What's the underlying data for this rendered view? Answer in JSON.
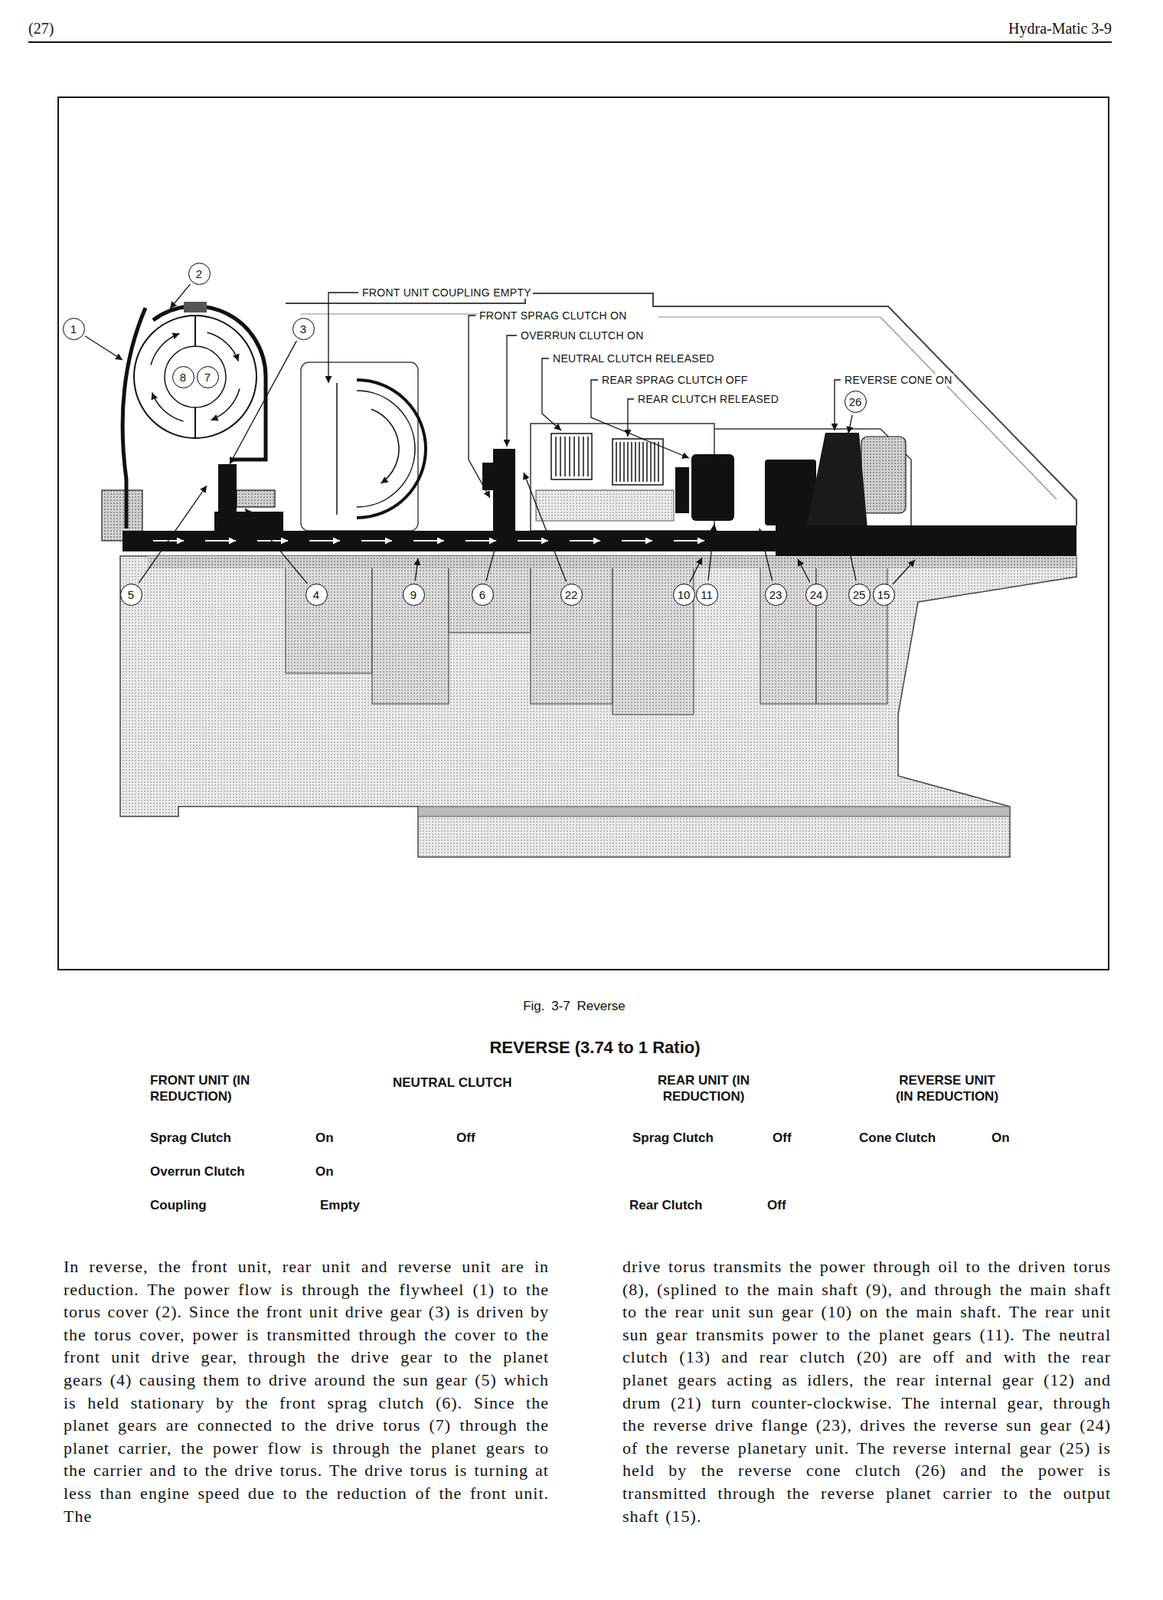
{
  "diagram": {
    "title": "REVERSE (3.74 to 1 Ratio)",
    "caption": "Fig. 3-7 Reverse",
    "labels": [
      "(27)",
      "Hydra-Matic 3-9",
      "2",
      "1",
      "3",
      "8",
      "7",
      "FRONT UNIT COUPLING EMPTY",
      "FRONT SPRAG CLUTCH ON",
      "OVERRUN CLUTCH ON",
      "NEUTRAL CLUTCH RELEASED",
      "REAR SPRAG CLUTCH OFF",
      "REAR CLUTCH RELEASED",
      "REVERSE CONE ON",
      "26",
      "5",
      "4",
      "9",
      "6",
      "22",
      "10",
      "11",
      "23",
      "24",
      "25",
      "15",
      "FRONT UNIT (IN REDUCTION)",
      "NEUTRAL CLUTCH",
      "REAR UNIT (IN REDUCTION)",
      "REVERSE UNIT (IN REDUCTION)",
      "Sprag Clutch",
      "On",
      "Off",
      "Sprag Clutch",
      "Off",
      "Cone Clutch",
      "On",
      "Overrun Clutch",
      "On",
      "Coupling",
      "Empty",
      "Rear Clutch",
      "Off",
      "In reverse, the front unit, rear unit and reverse unit are in reduction. The power flow is through the flywheel (1) to the torus cover (2). Since the front unit drive gear (3) is driven by the torus cover, power is transmitted through the cover to the front unit drive gear, through the drive gear to the planet gears (4) causing them to drive around the sun gear (5) which is held stationary by the front sprag clutch (6). Since the planet gears are connected to the drive torus (7) through the planet carrier, the power flow is through the planet gears to the carrier and to the drive torus. The drive torus is turning at less than engine speed due to the reduction of the front unit. The",
      "drive torus transmits the power through oil to the driven torus (8), (splined to the main shaft (9), and through the main shaft to the rear unit sun gear (10) on the main shaft. The rear unit sun gear transmits power to the planet gears (11). The neutral clutch (13) and rear clutch (20) are off and with the rear planet gears acting as idlers, the rear internal gear (12) and drum (21) turn counter-clockwise. The internal gear, through the reverse drive flange (23), drives the reverse sun gear (24) of the reverse planetary unit. The reverse internal gear (25) is held by the reverse cone clutch (26) and the power is transmitted through the reverse planet carrier to the output shaft (15)."
    ]
  }
}
